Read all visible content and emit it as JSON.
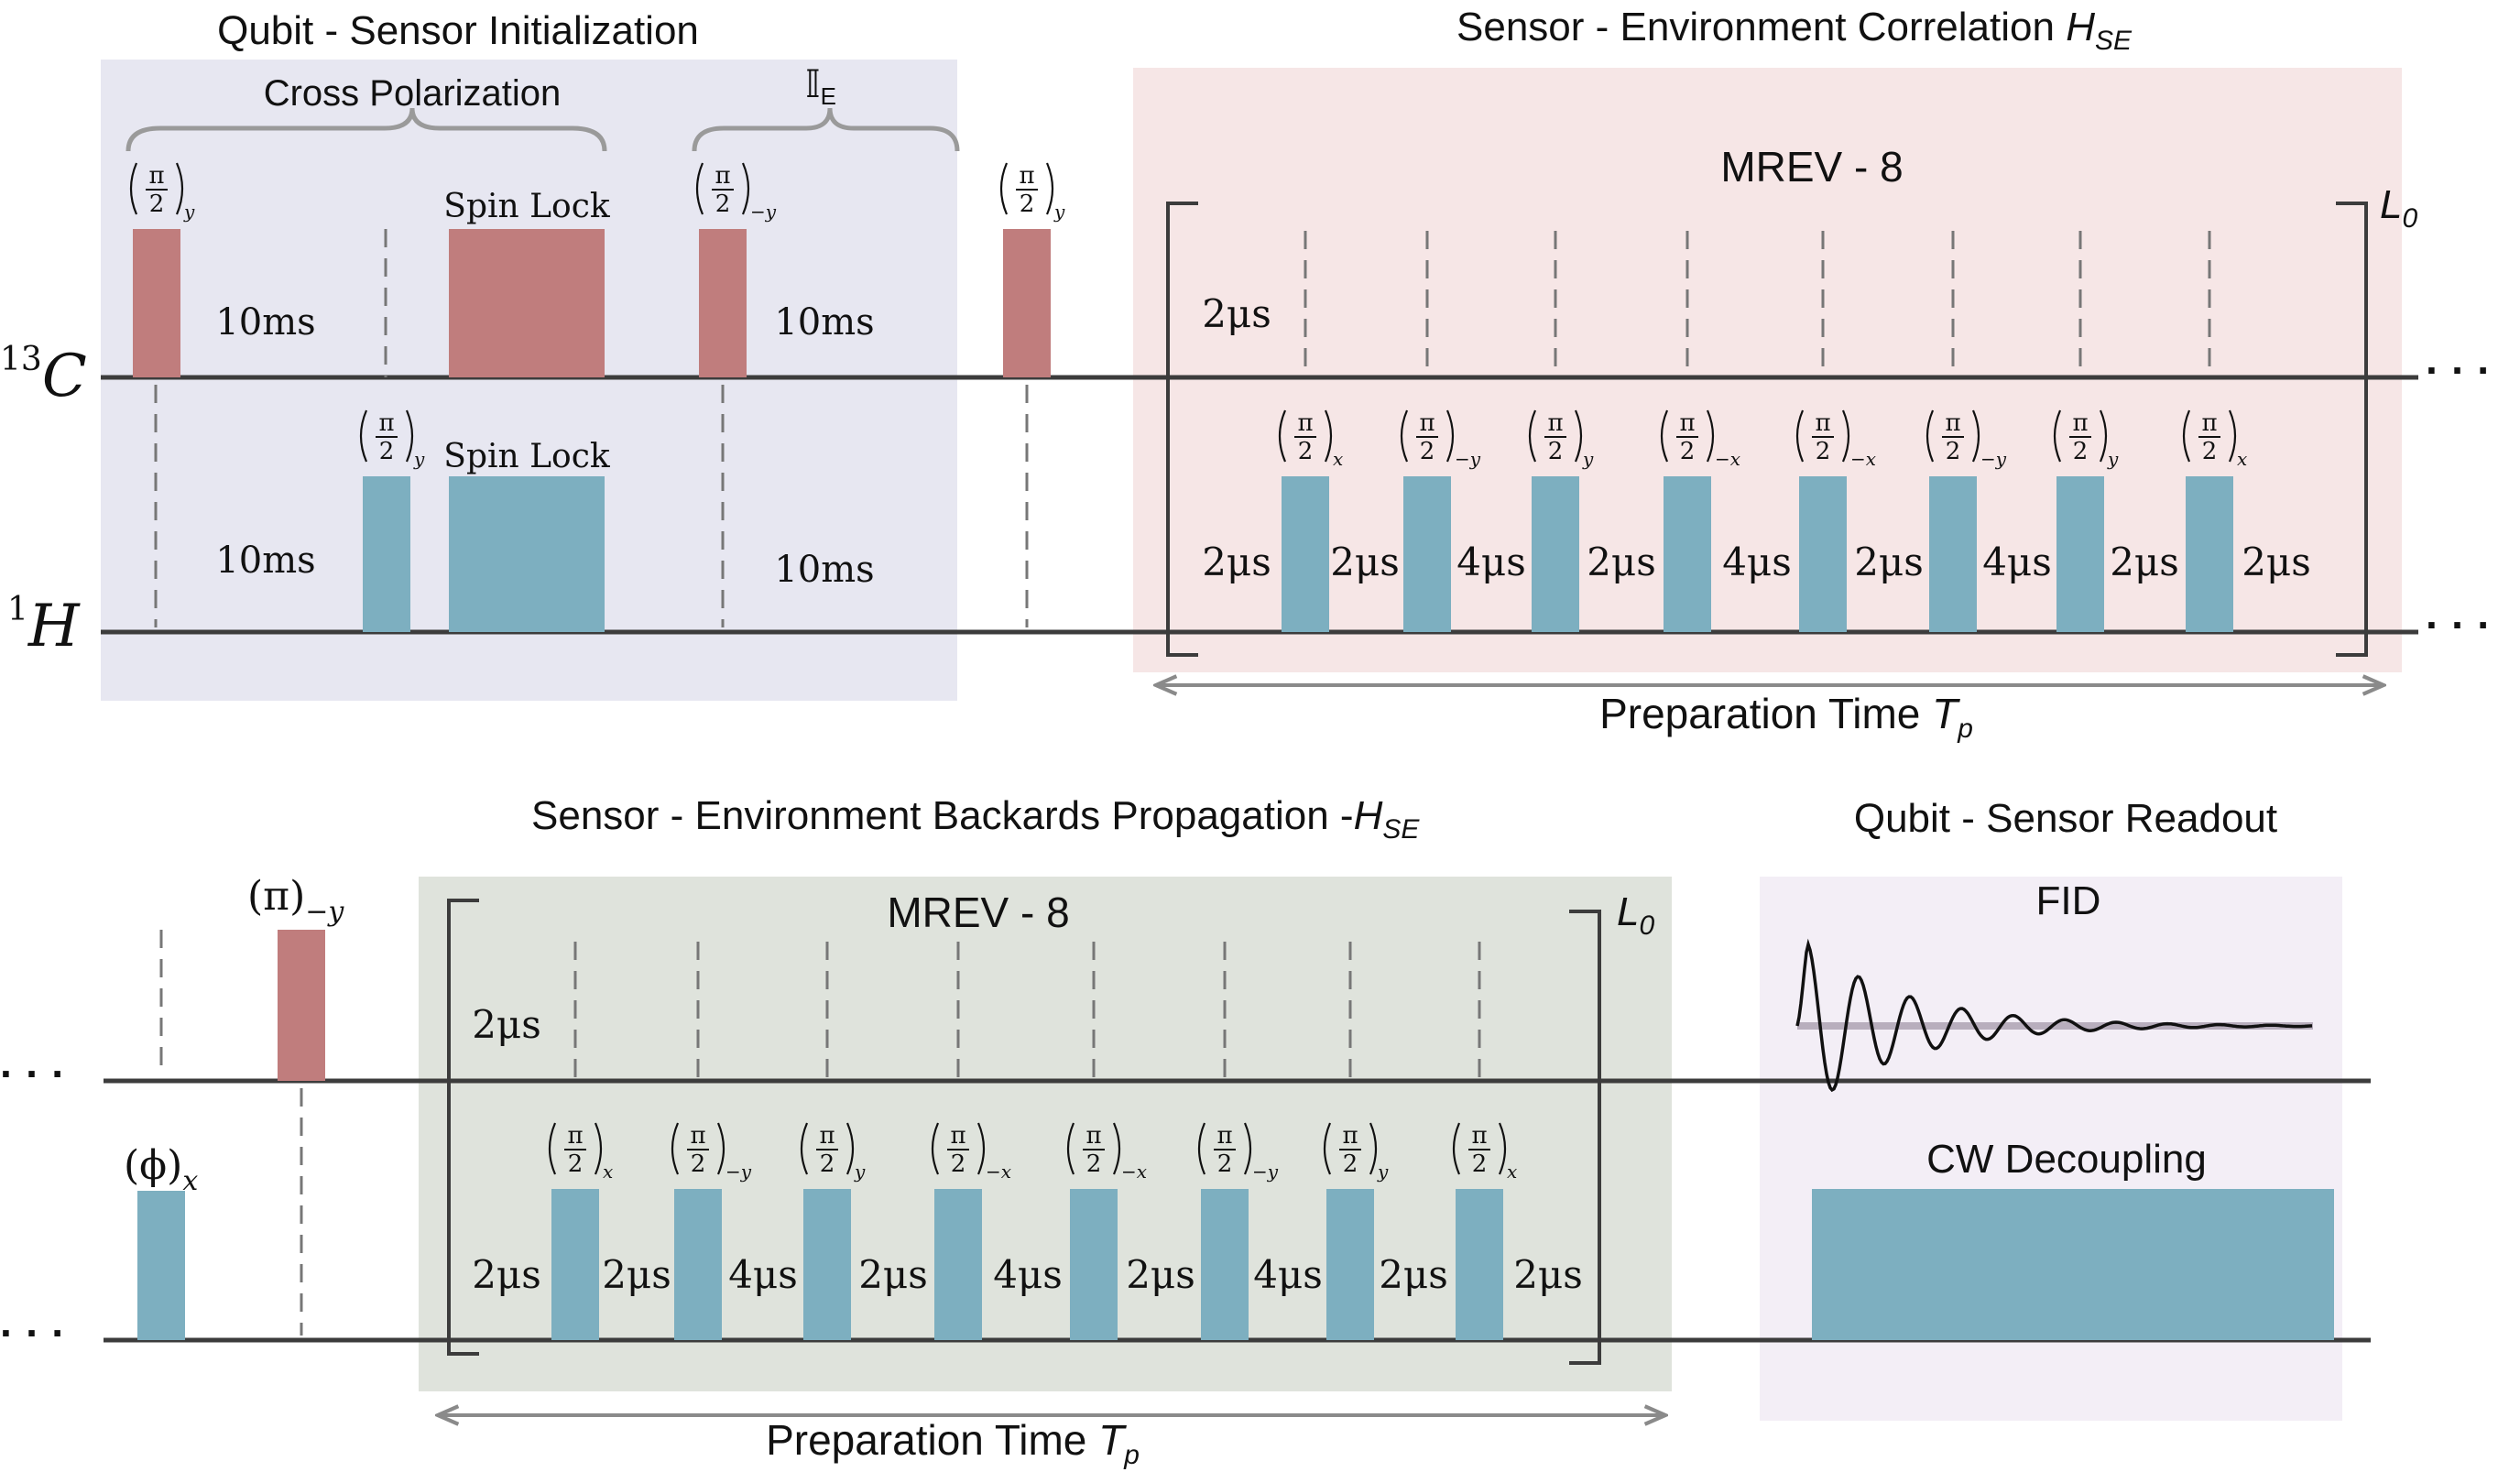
{
  "colors": {
    "carbon_pulse": "#c07d7d",
    "proton_pulse": "#7dafc0",
    "init_bg": "#e7e7f1",
    "correlation_bg": "#f6e6e6",
    "backward_bg": "#dfe3dc",
    "readout_bg": "#f3eef6",
    "line": "#3c3c3c",
    "arrow": "#8a8a8a",
    "brace": "#9a9a9a"
  },
  "panel_top": {
    "init_title": "Qubit - Sensor Initialization",
    "corr_title_main": "Sensor - Environment Correlation ",
    "corr_title_italic": "H",
    "corr_title_sub": "SE",
    "cross_polarization": "Cross Polarization",
    "identity_label": "𝕀",
    "identity_sub": "E",
    "channel_c": {
      "sup": "13",
      "main": "C"
    },
    "channel_h": {
      "sup": "1",
      "main": "H"
    },
    "pulse_c1": {
      "num": "π",
      "den": "2",
      "sub": "y"
    },
    "pulse_c2": {
      "num": "π",
      "den": "2",
      "sub": "−y"
    },
    "pulse_c3": {
      "num": "π",
      "den": "2",
      "sub": "y"
    },
    "pulse_h1": {
      "num": "π",
      "den": "2",
      "sub": "y"
    },
    "spin_lock_c": "Spin Lock",
    "spin_lock_h": "Spin Lock",
    "delay_c1": "10ms",
    "delay_c2": "10ms",
    "delay_h1": "10ms",
    "delay_h2": "10ms",
    "mrev_title": "MREV - 8",
    "loop_main": "L",
    "loop_sub": "0",
    "c_delay": "2μs",
    "mrev_pulses": [
      {
        "num": "π",
        "den": "2",
        "sub": "x"
      },
      {
        "num": "π",
        "den": "2",
        "sub": "−y"
      },
      {
        "num": "π",
        "den": "2",
        "sub": "y"
      },
      {
        "num": "π",
        "den": "2",
        "sub": "−x"
      },
      {
        "num": "π",
        "den": "2",
        "sub": "−x"
      },
      {
        "num": "π",
        "den": "2",
        "sub": "−y"
      },
      {
        "num": "π",
        "den": "2",
        "sub": "y"
      },
      {
        "num": "π",
        "den": "2",
        "sub": "x"
      }
    ],
    "mrev_delays": [
      "2μs",
      "2μs",
      "4μs",
      "2μs",
      "4μs",
      "2μs",
      "4μs",
      "2μs",
      "2μs"
    ],
    "prep_main": "Preparation Time ",
    "prep_italic": "T",
    "prep_sub": "p",
    "continuation": "· · ·"
  },
  "panel_bottom": {
    "back_title_main": "Sensor - Environment Backards Propagation -",
    "back_title_italic": "H",
    "back_title_sub": "SE",
    "readout_title": "Qubit - Sensor Readout",
    "pi_pulse": {
      "main": "(π)",
      "sub": "−y"
    },
    "phi_pulse": {
      "main": "(ϕ)",
      "sub": "x"
    },
    "mrev_title": "MREV - 8",
    "loop_main": "L",
    "loop_sub": "0",
    "c_delay": "2μs",
    "mrev_pulses": [
      {
        "num": "π",
        "den": "2",
        "sub": "x"
      },
      {
        "num": "π",
        "den": "2",
        "sub": "−y"
      },
      {
        "num": "π",
        "den": "2",
        "sub": "y"
      },
      {
        "num": "π",
        "den": "2",
        "sub": "−x"
      },
      {
        "num": "π",
        "den": "2",
        "sub": "−x"
      },
      {
        "num": "π",
        "den": "2",
        "sub": "−y"
      },
      {
        "num": "π",
        "den": "2",
        "sub": "y"
      },
      {
        "num": "π",
        "den": "2",
        "sub": "x"
      }
    ],
    "mrev_delays": [
      "2μs",
      "2μs",
      "4μs",
      "2μs",
      "4μs",
      "2μs",
      "4μs",
      "2μs",
      "2μs"
    ],
    "prep_main": "Preparation Time ",
    "prep_italic": "T",
    "prep_sub": "p",
    "fid_label": "FID",
    "cw_label": "CW Decoupling",
    "continuation": "· · ·"
  }
}
